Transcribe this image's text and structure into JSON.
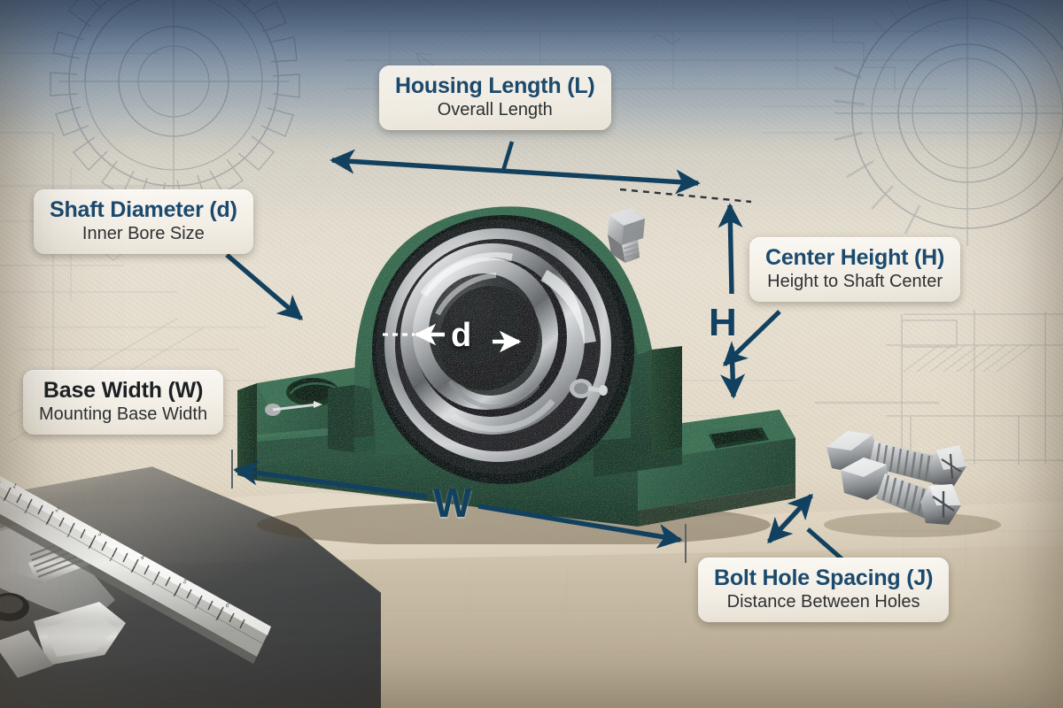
{
  "image": {
    "subject": "Pillow Block Bearing Dimensions",
    "accent_navy": "#1b4a6e",
    "accent_dark": "#1d2023",
    "housing_green": "#2f5d45",
    "paper_cream": "#e9e2d4"
  },
  "callouts": [
    {
      "id": "housing-length",
      "title": "Housing Length (L)",
      "subtitle": "Overall Length",
      "title_color": "#1b4a6e"
    },
    {
      "id": "shaft-diameter",
      "title": "Shaft Diameter (d)",
      "subtitle": "Inner Bore Size",
      "title_color": "#1b4a6e"
    },
    {
      "id": "center-height",
      "title": "Center Height (H)",
      "subtitle": "Height to Shaft Center",
      "title_color": "#1b4a6e"
    },
    {
      "id": "base-width",
      "title": "Base Width (W)",
      "subtitle": "Mounting Base Width",
      "title_color": "#1d2023"
    },
    {
      "id": "bolt-hole-spacing",
      "title": "Bolt Hole Spacing (J)",
      "subtitle": "Distance Between Holes",
      "title_color": "#1b4a6e"
    }
  ],
  "dimension_letters": {
    "height": "H",
    "width": "W",
    "diameter": "d"
  },
  "icons": {
    "length_arrow": "double-arrow-horizontal-icon",
    "height_arrow": "double-arrow-vertical-icon",
    "width_arrow": "double-arrow-horizontal-icon",
    "bore_arrow": "double-arrow-bore-icon",
    "bolt_leader": "leader-arrow-icon",
    "shaft_leader": "leader-arrow-icon",
    "center_leader": "leader-arrow-icon"
  },
  "objects": {
    "bearing": "pillow-block-bearing",
    "ruler": "steel-ruler",
    "caliper": "caliper-tool",
    "bolts": "hex-head-bolts",
    "blueprint_gear": "gear-blueprint-sketch",
    "blueprint_ring": "bearing-ring-blueprint-sketch"
  }
}
